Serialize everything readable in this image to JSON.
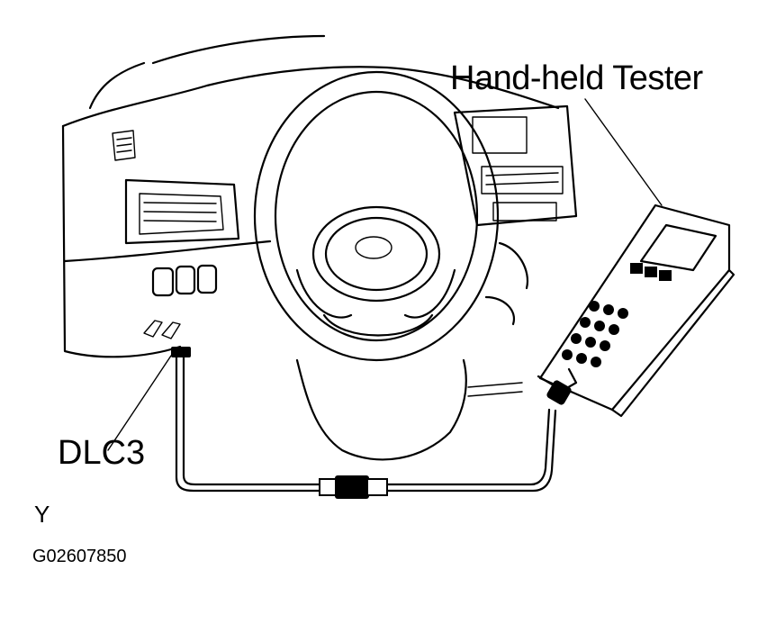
{
  "labels": {
    "tester": "Hand-held Tester",
    "dlc": "DLC3",
    "view": "Y",
    "code": "G02607850"
  }
}
